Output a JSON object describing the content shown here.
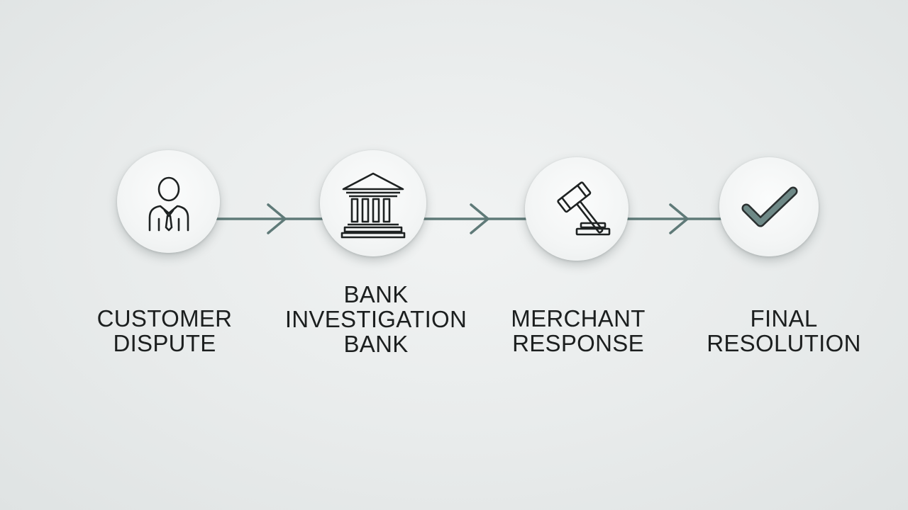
{
  "colors": {
    "connector": "#5f7a78",
    "icon_stroke": "#1e2222",
    "check_fill": "#6e8987"
  },
  "steps": [
    {
      "icon": "person-icon",
      "label_lines": [
        "CUSTOMER",
        "DISPUTE"
      ]
    },
    {
      "icon": "bank-icon",
      "label_lines": [
        "BANK",
        "INVESTIGATION",
        "BANK"
      ]
    },
    {
      "icon": "gavel-icon",
      "label_lines": [
        "MERCHANT",
        "RESPONSE"
      ]
    },
    {
      "icon": "checkmark-icon",
      "label_lines": [
        "FINAL",
        "RESOLUTION"
      ]
    }
  ]
}
